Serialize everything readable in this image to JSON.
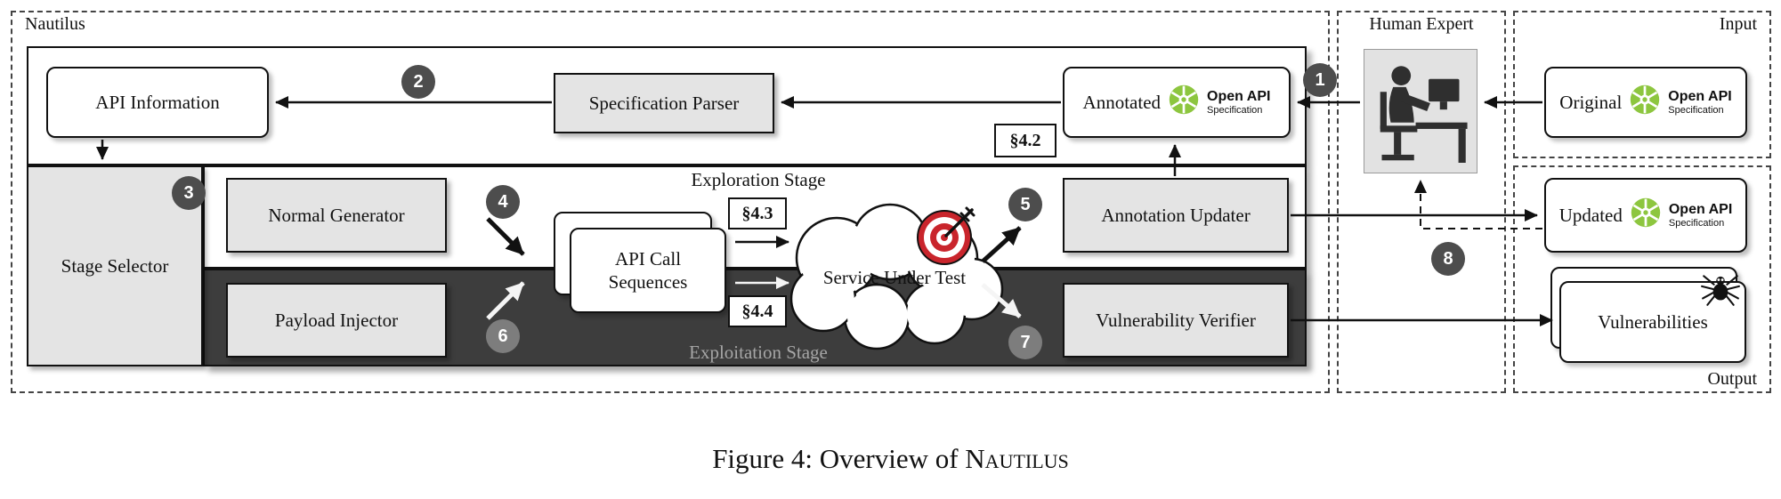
{
  "caption": {
    "prefix": "Figure 4: Overview of ",
    "name": "Nautilus"
  },
  "regions": {
    "nautilus": "Nautilus",
    "human_expert": "Human Expert",
    "input": "Input",
    "output": "Output"
  },
  "nodes": {
    "api_information": "API Information",
    "specification_parser": "Specification Parser",
    "stage_selector": "Stage Selector",
    "normal_generator": "Normal Generator",
    "payload_injector": "Payload Injector",
    "api_call_sequences": "API Call Sequences",
    "service_under_test": "Service Under Test",
    "annotation_updater": "Annotation Updater",
    "vulnerability_verifier": "Vulnerability Verifier",
    "vulnerabilities": "Vulnerabilities"
  },
  "spec_labels": {
    "annotated": "Annotated",
    "original": "Original",
    "updated": "Updated"
  },
  "openapi_logo": {
    "line1": "Open API",
    "line2": "Specification"
  },
  "stage_labels": {
    "exploration": "Exploration Stage",
    "exploitation": "Exploitation Stage"
  },
  "section_refs": {
    "parser": "§4.2",
    "exploration": "§4.3",
    "exploitation": "§4.4"
  },
  "steps": {
    "s1": "1",
    "s2": "2",
    "s3": "3",
    "s4": "4",
    "s5": "5",
    "s6": "6",
    "s7": "7",
    "s8": "8"
  },
  "colors": {
    "band-dark": "#3d3d3d",
    "box-gray": "#e4e4e4",
    "openapi-green": "#8dc63f",
    "target-red": "#c9252c"
  }
}
